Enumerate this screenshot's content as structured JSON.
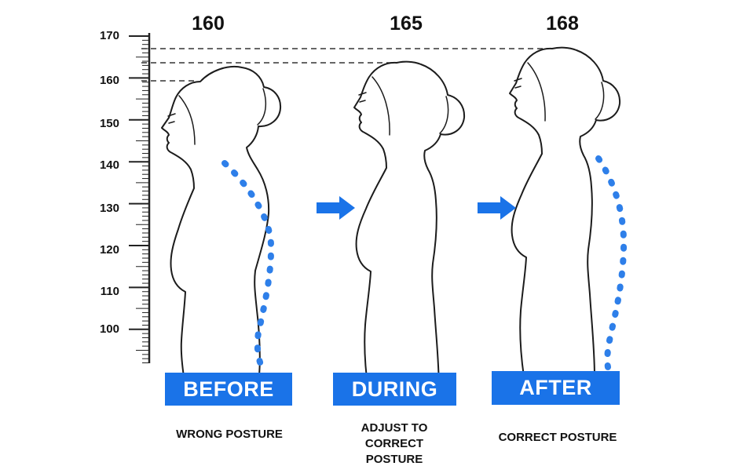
{
  "diagram": {
    "height_labels": {
      "before": "160",
      "during": "165",
      "after": "168"
    },
    "ruler_labels": [
      "170",
      "160",
      "150",
      "140",
      "130",
      "120",
      "110",
      "100"
    ],
    "stages": {
      "before": {
        "label": "BEFORE",
        "caption": "WRONG POSTURE"
      },
      "during": {
        "label": "DURING",
        "caption": "ADJUST TO CORRECT POSTURE"
      },
      "after": {
        "label": "AFTER",
        "caption": "CORRECT POSTURE"
      }
    },
    "colors": {
      "accent": "#1a73e8",
      "outline": "#1c1c1c",
      "dots": "#2e7fe9",
      "dash": "#333333"
    }
  }
}
